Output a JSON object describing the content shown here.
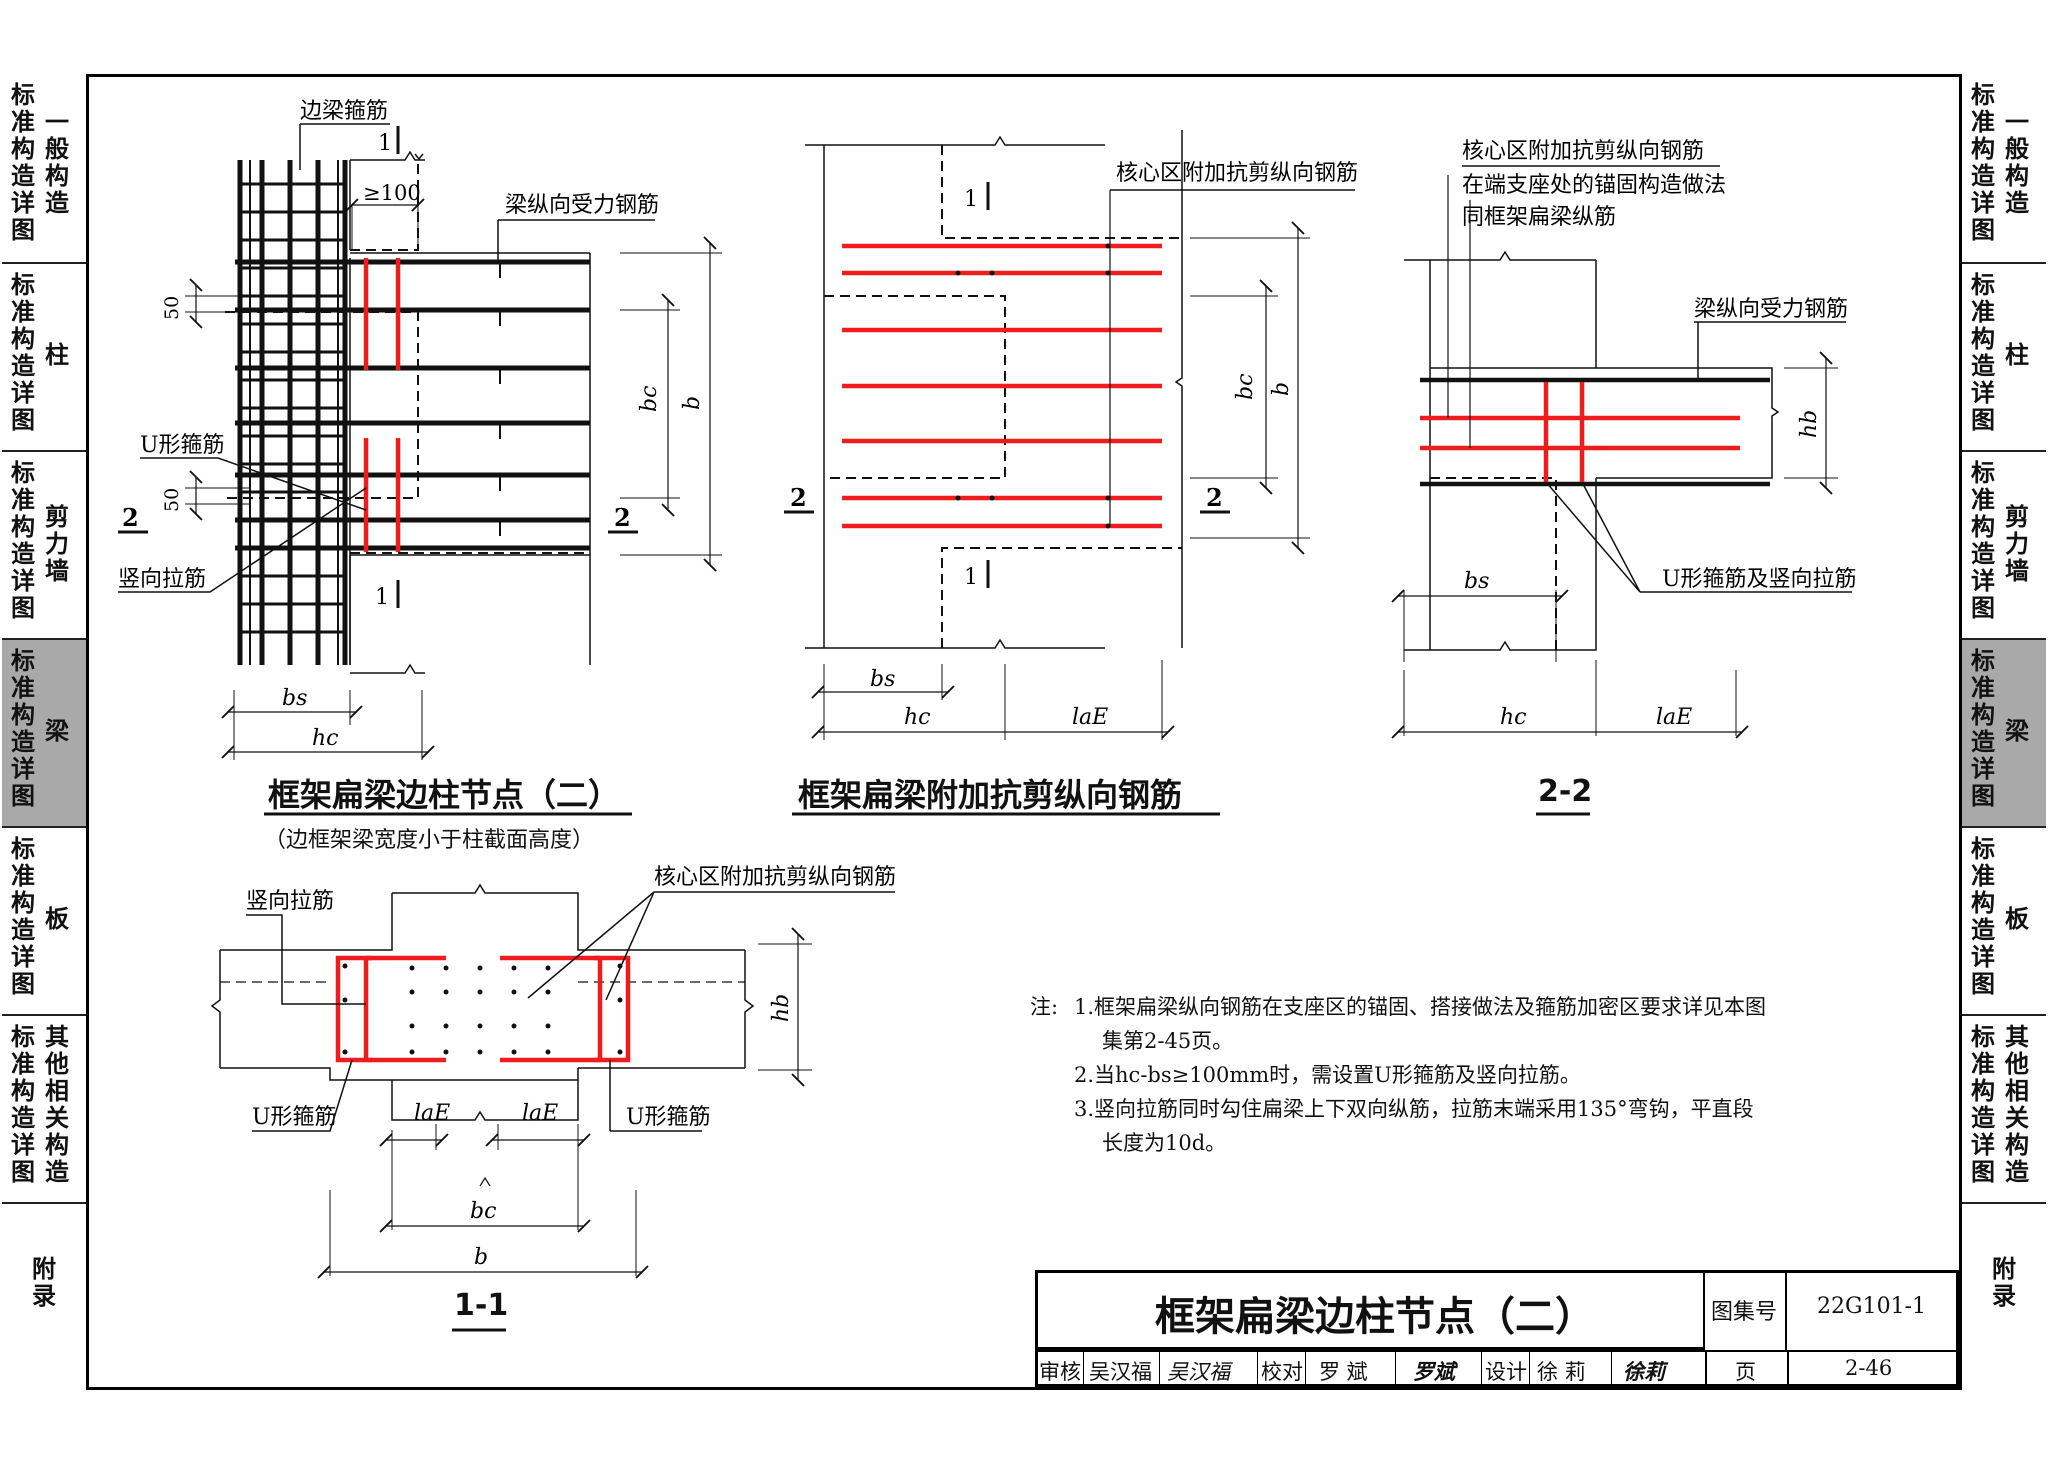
{
  "sidebar": {
    "items": [
      {
        "a": "标准构造详图",
        "b": "一般构造",
        "active": false
      },
      {
        "a": "标准构造详图",
        "b": "柱",
        "active": false
      },
      {
        "a": "标准构造详图",
        "b": "剪力墙",
        "active": false
      },
      {
        "a": "标准构造详图",
        "b": "梁",
        "active": true
      },
      {
        "a": "标准构造详图",
        "b": "板",
        "active": false
      },
      {
        "a": "标准构造详图",
        "b": "其他相关构造",
        "active": false
      },
      {
        "a": "",
        "b": "附录",
        "active": false
      }
    ]
  },
  "drawing1": {
    "title": "框架扁梁边柱节点（二）",
    "subtitle": "（边框架梁宽度小于柱截面高度）",
    "labels": {
      "edge_stirrup": "边梁箍筋",
      "ge100": "≥100",
      "long_bars": "梁纵向受力钢筋",
      "u_stirrup": "U形箍筋",
      "vertical_tie": "竖向拉筋",
      "dim_50": "50",
      "dim_bc": "bc",
      "dim_b": "b",
      "dim_bs": "bs",
      "dim_hc": "hc",
      "sec1": "1",
      "sec2": "2"
    }
  },
  "drawing2": {
    "title": "框架扁梁附加抗剪纵向钢筋",
    "labels": {
      "core_bars": "核心区附加抗剪纵向钢筋",
      "dim_bc": "bc",
      "dim_b": "b",
      "dim_bs": "bs",
      "dim_hc": "hc",
      "dim_lae": "laE",
      "sec1": "1",
      "sec2": "2"
    }
  },
  "drawing3": {
    "title": "2-2",
    "labels": {
      "core_line1": "核心区附加抗剪纵向钢筋",
      "core_line2": "在端支座处的锚固构造做法",
      "core_line3": "同框架扁梁纵筋",
      "long_bars": "梁纵向受力钢筋",
      "dim_hb": "hb",
      "u_and_tie": "U形箍筋及竖向拉筋",
      "dim_bs": "bs",
      "dim_hc": "hc",
      "dim_lae": "laE"
    }
  },
  "drawing4": {
    "title": "1-1",
    "labels": {
      "vertical_tie": "竖向拉筋",
      "core_bars": "核心区附加抗剪纵向钢筋",
      "dim_hb": "hb",
      "u_left": "U形箍筋",
      "u_right": "U形箍筋",
      "dim_lae1": "laE",
      "dim_lae2": "laE",
      "dim_bc": "bc",
      "dim_b": "b"
    }
  },
  "notes": {
    "prefix": "注:",
    "lines": [
      "1.框架扁梁纵向钢筋在支座区的锚固、搭接做法及箍筋加密区要求详见本图",
      "集第2-45页。",
      "2.当hc-bs≥100mm时，需设置U形箍筋及竖向拉筋。",
      "3.竖向拉筋同时勾住扁梁上下双向纵筋，拉筋末端采用135°弯钩，平直段",
      "长度为10d。"
    ]
  },
  "title_block": {
    "main_title": "框架扁梁边柱节点（二）",
    "atlas_label": "图集号",
    "atlas_number": "22G101-1",
    "review_label": "审核",
    "reviewer": "吴汉福",
    "reviewer_sign": "吴汉福",
    "check_label": "校对",
    "checker": "罗 斌",
    "checker_sign": "罗斌",
    "design_label": "设计",
    "designer": "徐 莉",
    "designer_sign": "徐莉",
    "page_label": "页",
    "page_number": "2-46"
  },
  "colors": {
    "rebar_red": "#ee1c1c",
    "line": "#111111",
    "active_tab": "#a9a9a9"
  }
}
